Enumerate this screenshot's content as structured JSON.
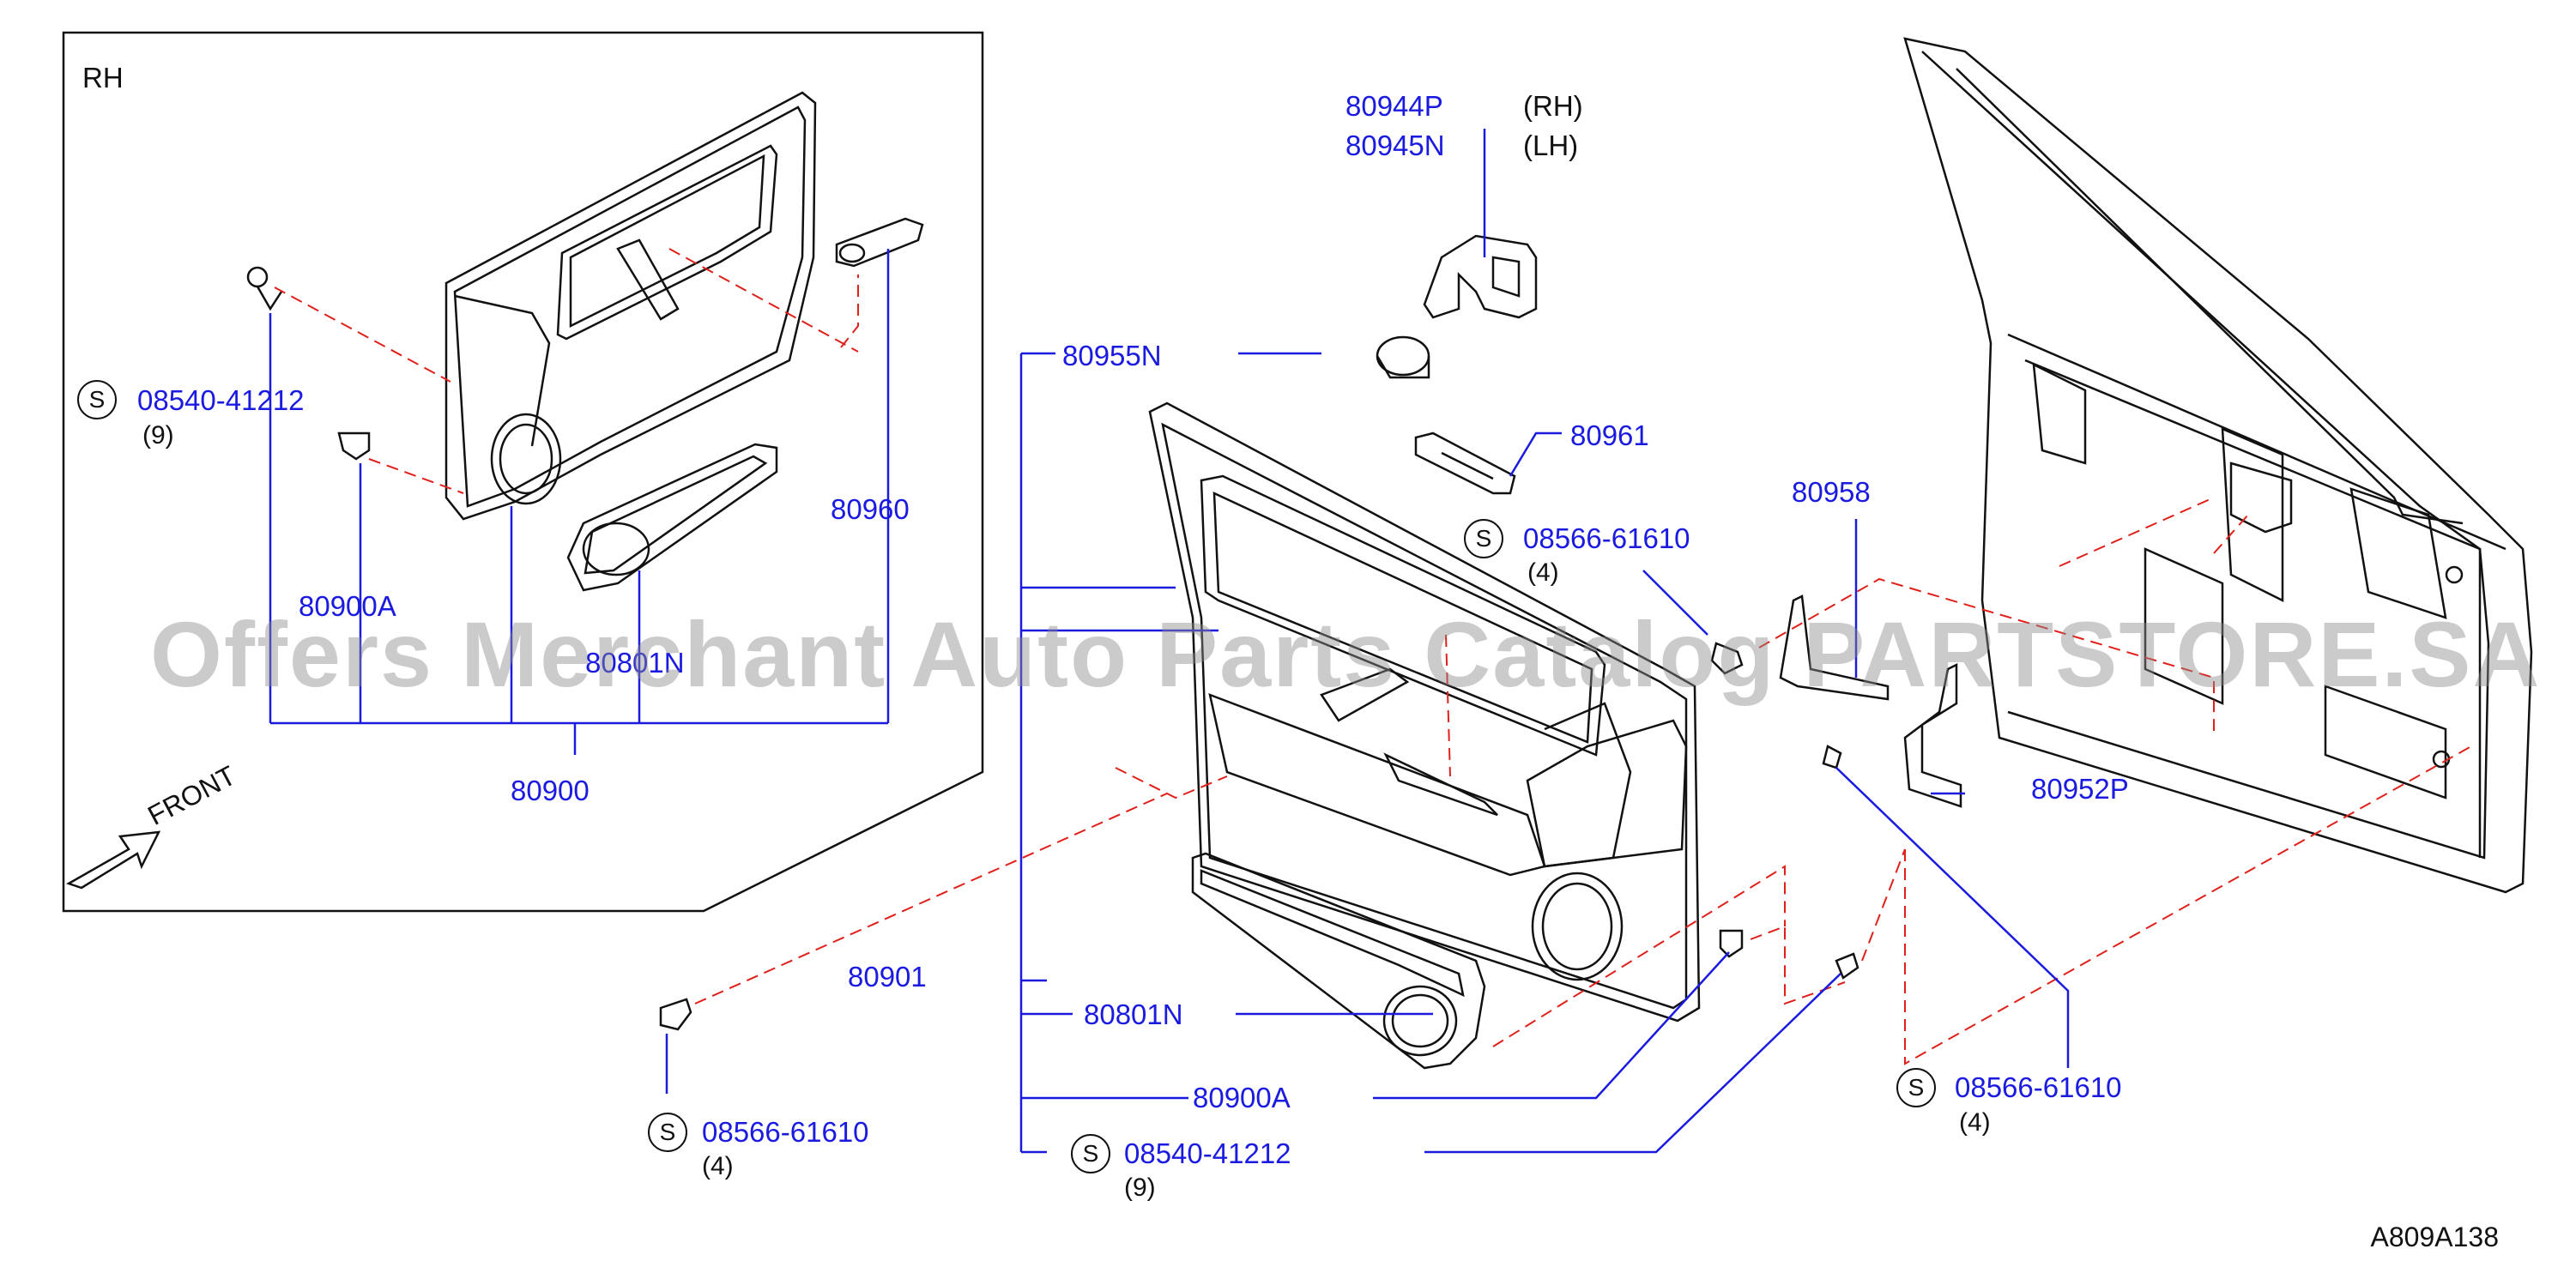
{
  "inset": {
    "side_label": "RH",
    "front_label": "FRONT"
  },
  "parts": {
    "p80944P": "80944P",
    "p80944P_side": "(RH)",
    "p80945N": "80945N",
    "p80945N_side": "(LH)",
    "p80955N": "80955N",
    "p80961": "80961",
    "p80958": "80958",
    "p80952P": "80952P",
    "p80901": "80901",
    "p80801N_main": "80801N",
    "p80900A_main": "80900A",
    "p80960": "80960",
    "p80900A_inset": "80900A",
    "p80801N_inset": "80801N",
    "p80900": "80900"
  },
  "fasteners": {
    "s_glyph": "S",
    "f1": {
      "number": "08540-41212",
      "qty": "(9)"
    },
    "f2": {
      "number": "08566-61610",
      "qty": "(4)"
    },
    "f3": {
      "number": "08566-61610",
      "qty": "(4)"
    },
    "f4": {
      "number": "08566-61610",
      "qty": "(4)"
    },
    "f5": {
      "number": "08540-41212",
      "qty": "(9)"
    }
  },
  "watermark": "Offers Merchant Auto Parts Catalog PARTSTORE.SA",
  "diagram_code": "A809A138",
  "colors": {
    "label": "#1a1ae0",
    "leader": "#1a1ae0",
    "dash": "#e0201a",
    "outline": "#111111"
  }
}
